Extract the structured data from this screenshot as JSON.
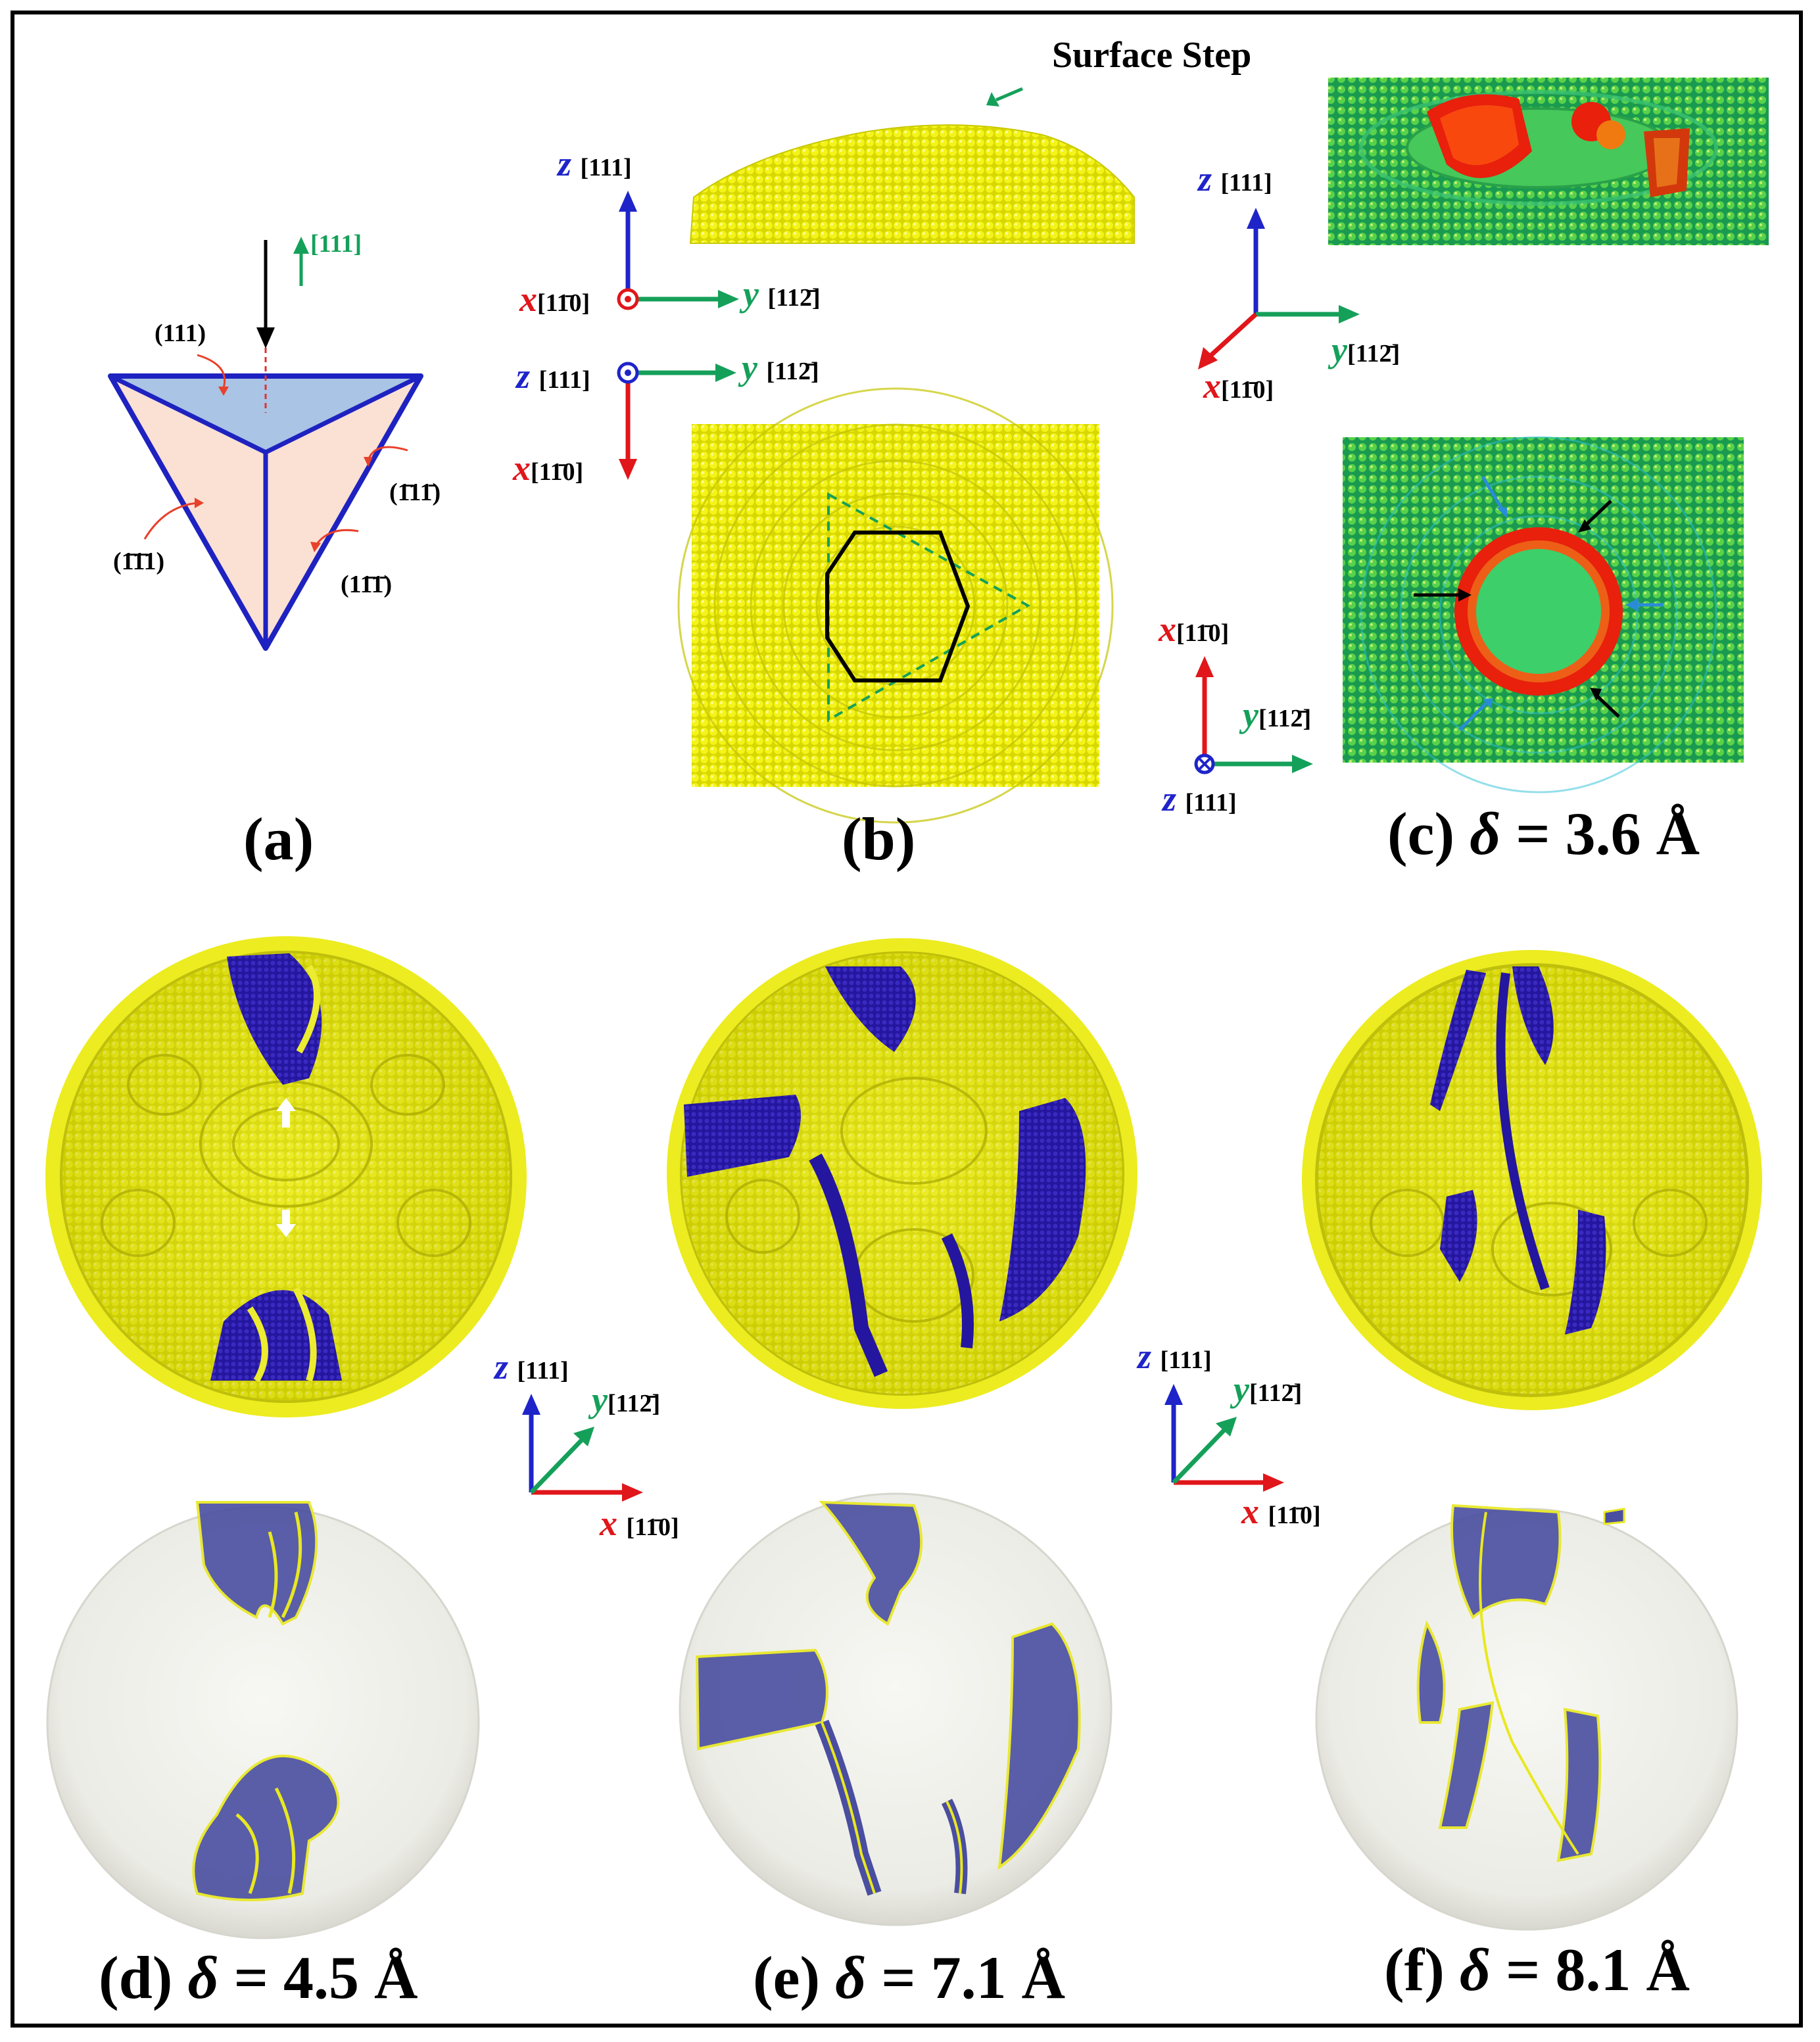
{
  "captions": {
    "a": "(a)",
    "b": "(b)",
    "c_prefix": "(c)",
    "c_value": "= 3.6 Å",
    "d_prefix": "(d)",
    "d_value": "= 4.5 Å",
    "e_prefix": "(e)",
    "e_value": "= 7.1 Å",
    "f_prefix": "(f)",
    "f_value": "= 8.1 Å",
    "delta": "δ"
  },
  "panel_a": {
    "direction": "[111]",
    "planes": [
      "(111)",
      "(1̄1̄1)",
      "(1̄11̄)",
      "(11̄1̄)"
    ]
  },
  "panel_b": {
    "surface_step": "Surface Step"
  },
  "axes": {
    "x": "x",
    "y": "y",
    "z": "z",
    "x_dir": "[11̄0]",
    "y_dir": "[112̄]",
    "z_dir": "[111]"
  },
  "colors": {
    "yellow_atoms": "#f2f20a",
    "dislocation_blue": "#2a1aa8",
    "defect_red": "#e8200c",
    "fcc_green": "#2cc26a",
    "triangle_blue": "#1e22c0",
    "triangle_top_face": "#a9c4e4",
    "triangle_side_face": "#fbe0d4",
    "axis_x": "#e0161b",
    "axis_y": "#15a05a",
    "axis_z": "#1f24c9"
  },
  "icons": [
    "load-arrow-icon",
    "surface-step-arrow-icon",
    "defect-arrow-icon"
  ]
}
